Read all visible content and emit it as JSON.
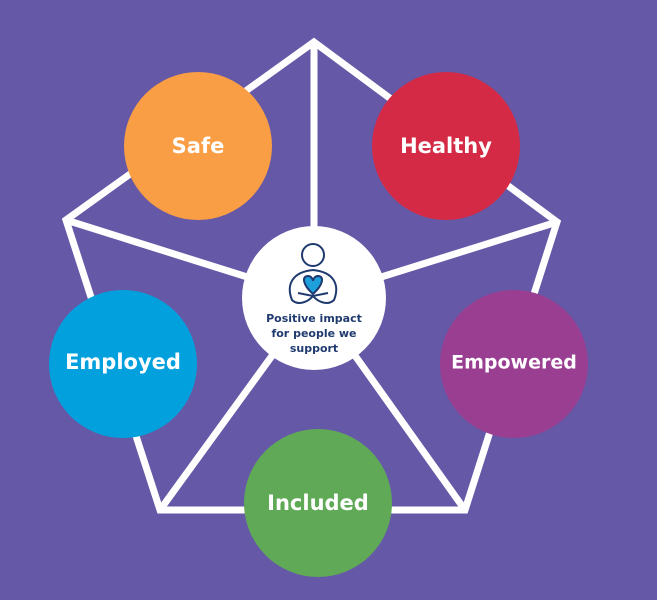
{
  "center": {
    "lines": [
      "Positive impact",
      "for people we",
      "support"
    ],
    "icon": "person-heart-icon"
  },
  "outcomes": [
    {
      "label": "Safe",
      "color": "#f99e45"
    },
    {
      "label": "Healthy",
      "color": "#d42a45"
    },
    {
      "label": "Employed",
      "color": "#03a0de"
    },
    {
      "label": "Empowered",
      "color": "#9a3e92"
    },
    {
      "label": "Included",
      "color": "#5fa957"
    }
  ],
  "colors": {
    "background": "#6558a6",
    "frame": "#ffffff",
    "heart": "#1ea0dc",
    "text_dark": "#1f3a6e"
  }
}
